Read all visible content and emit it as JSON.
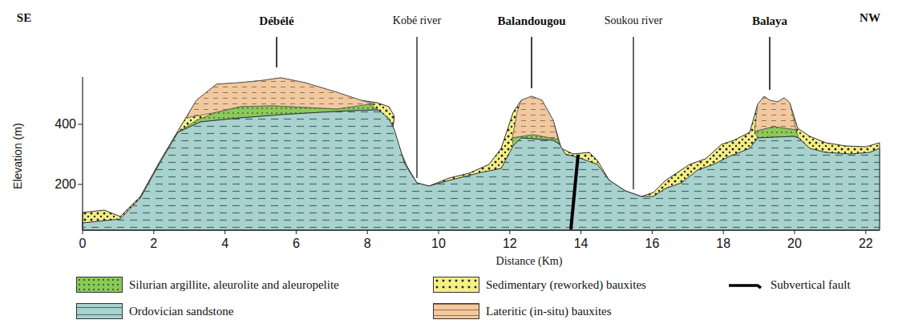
{
  "diagram": {
    "labels": [
      "SE",
      "Débélé",
      "Kobé river",
      "Balandougou",
      "Soukou river",
      "Balaya",
      "NW",
      "Elevation (m)",
      "400",
      "200",
      "0",
      "2",
      "4",
      "6",
      "8",
      "10",
      "12",
      "14",
      "16",
      "18",
      "20",
      "22",
      "Distance (Km)"
    ],
    "legend": [
      {
        "text": "Silurian argillite, aleurolite and aleuropelite",
        "color": "#8cc85a"
      },
      {
        "text": "Sedimentary (reworked) bauxites",
        "color": "#f4ef86"
      },
      {
        "text": "Subvertical fault"
      },
      {
        "text": "Ordovician sandstone",
        "color": "#a9d2cf"
      },
      {
        "text": "Lateritic (in-situ) bauxites",
        "color": "#f1c9a0"
      }
    ]
  }
}
